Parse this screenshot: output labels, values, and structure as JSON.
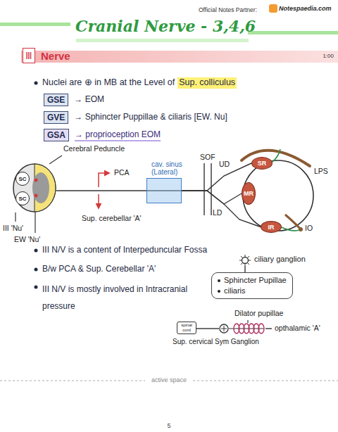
{
  "diagram": {
    "title": "Cranial Nerve - 3,4,6",
    "nodes": [
      {
        "text": [
          "Nerve",
          "1:00"
        ]
      },
      {
        "text": [
          "Ⅲ"
        ],
        "in": 0
      },
      {
        "text": [
          "GSE"
        ]
      },
      {
        "text": [
          "GVE"
        ]
      },
      {
        "text": [
          "GSA"
        ]
      },
      {
        "text": [
          "Cerebral Peduncle"
        ]
      },
      {
        "text": [
          "SC"
        ],
        "in": 5
      },
      {
        "text": [
          "SC"
        ],
        "in": 5
      },
      {
        "text": [
          "cav. sinus (Lateral)"
        ]
      },
      {
        "text": [
          "SR"
        ]
      },
      {
        "text": [
          "MR"
        ]
      },
      {
        "text": [
          "IR"
        ]
      },
      {
        "text": [
          "ciliary ganglion"
        ]
      },
      {
        "text": [
          "Sphincter Pupillae",
          "ciliaris"
        ]
      },
      {
        "text": [
          "spinal cord"
        ]
      },
      {
        "text": [
          "Sup. cervical Sym Ganglion"
        ]
      }
    ],
    "edges": [
      {
        "from": 5,
        "to": 8,
        "arrow": "none"
      },
      {
        "from": 8,
        "to": 9,
        "arrow": "none"
      },
      {
        "from": 8,
        "to": 10,
        "arrow": "none"
      },
      {
        "from": 8,
        "to": 11,
        "arrow": "none"
      },
      {
        "from": 12,
        "to": 13,
        "arrow": "none"
      },
      {
        "from": 14,
        "to": 15,
        "arrow": "none"
      }
    ],
    "labels": [
      "Official Notes Partner:",
      "Notespaedia.com",
      "Nuclei are ⊕ in MB at the Level of",
      "Sup. colliculus",
      "→ EOM",
      "→ Sphincter Puppillae & ciliaris [EW. Nu]",
      "→ proprioception EOM",
      "III 'Nu'",
      "EW 'Nu'",
      "PCA",
      "Sup. cerebellar 'A'",
      "SOF",
      "UD",
      "LD",
      "LPS",
      "IO",
      "III N/V is a content of Interpeduncular Fossa",
      "B/w PCA & Sup. Cerebellar 'A'",
      "III N/V is mostly involved in Intracranial pressure",
      "Dilator pupillae",
      "opthalamic 'A'",
      "active space",
      "5"
    ]
  }
}
